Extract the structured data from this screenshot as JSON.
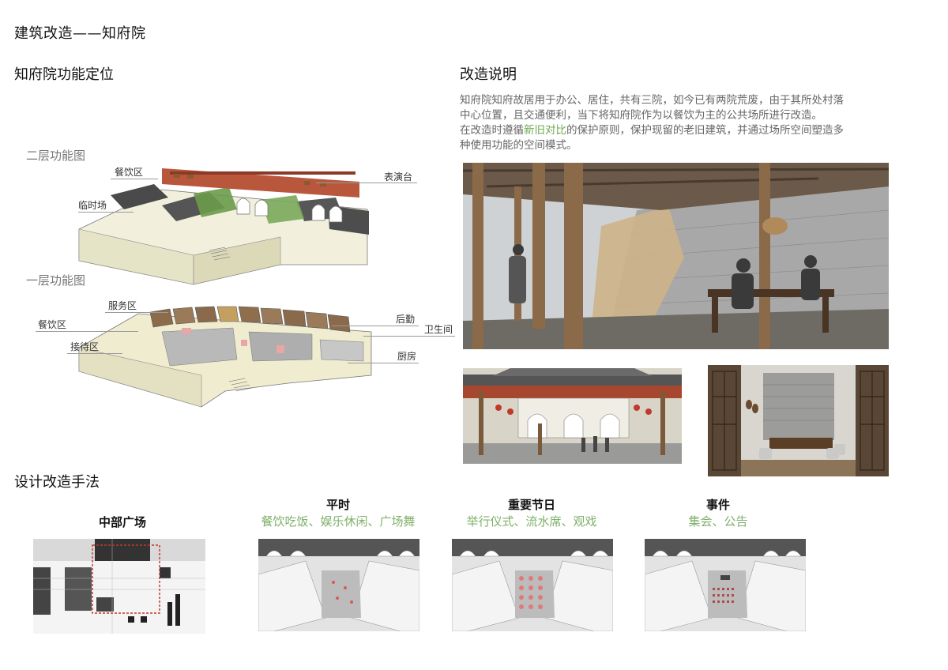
{
  "page_title": "建筑改造——知府院",
  "sections": {
    "function_title": "知府院功能定位",
    "renovation_title": "改造说明",
    "method_title": "设计改造手法"
  },
  "upper_floor": {
    "label": "二层功能图",
    "callouts": [
      "餐饮区",
      "表演台",
      "临时场"
    ]
  },
  "ground_floor": {
    "label": "一层功能图",
    "callouts": [
      "服务区",
      "餐饮区",
      "接待区",
      "后勤",
      "卫生间",
      "厨房"
    ]
  },
  "description": {
    "line1": "知府院知府故居用于办公、居住，共有三院，如今已有两院荒废，由于其所处村落",
    "line2": "中心位置，且交通便利，当下将知府院作为以餐饮为主的公共场所进行改造。",
    "line3_pre": "在改造时遵循",
    "line3_highlight": "新旧对比",
    "line3_post": "的保护原则，保护现留的老旧建筑，并通过场所空间塑造多",
    "line4": "种使用功能的空间模式。"
  },
  "methods": {
    "plaza_title": "中部广场",
    "columns": [
      {
        "title": "平时",
        "subtitle": "餐饮吃饭、娱乐休闲、广场舞"
      },
      {
        "title": "重要节日",
        "subtitle": "举行仪式、流水席、观戏"
      },
      {
        "title": "事件",
        "subtitle": "集会、公告"
      }
    ]
  },
  "colors": {
    "highlight_green": "#6aab4f",
    "subtitle_green": "#7fb06a",
    "roof_gray": "#4a4a4a",
    "wall_cream": "#efeccf",
    "accent_red": "#c0392b"
  }
}
